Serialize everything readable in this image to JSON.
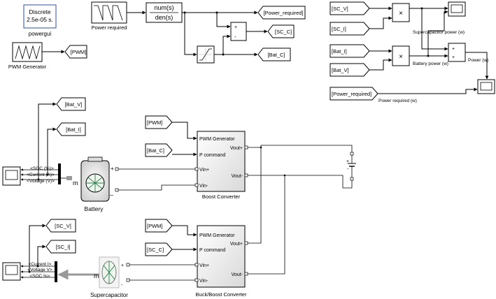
{
  "powergui": {
    "line1": "Discrete",
    "line2": "2.5e-05 s.",
    "label": "powergui"
  },
  "pwm_generator": {
    "label": "PWM Generator",
    "goto_tag": "[PWM]"
  },
  "power_required": {
    "label": "Power required",
    "tf_num": "num(s)",
    "tf_den": "den(s)",
    "goto_power_required": "[Power_required]",
    "goto_sc_c": "[SC_C]",
    "goto_bat_c": "[Bat_C]",
    "sum_plus": "+",
    "sum_minus": "-"
  },
  "power_monitor": {
    "from_sc_v": "[SC_V]",
    "from_sc_i": "[SC_I]",
    "from_bat_i": "[Bat_I]",
    "from_bat_v": "[Bat_V]",
    "from_power_required": "[Power_required]",
    "product_symbol": "×",
    "sum_plus": "+",
    "supercap_power_label": "Supercapacitor power (w)",
    "battery_power_label": "Battery power (w)",
    "power_label": "Power (w)",
    "power_required_label": "Power required (w)"
  },
  "battery_side": {
    "goto_bat_v": "[Bat_V]",
    "goto_bat_i": "[Bat_I]",
    "soc": "<SOC (%)>",
    "current": "<Current (A)>",
    "voltage": "<Voltage (V)>",
    "m": "m",
    "battery_label": "Battery",
    "plus": "+",
    "minus": "_"
  },
  "boost": {
    "from_pwm": "[PWM]",
    "from_bat_c": "[Bat_C]",
    "port_pwm": "PWM Generator",
    "port_pcmd": "P command",
    "port_vinp": "Vin+",
    "port_vinm": "Vin-",
    "port_voutp": "Vout+",
    "port_voutm": "Vout-",
    "label": "Boost Converter"
  },
  "load": {
    "plus": "+",
    "minus": "-"
  },
  "sc_side": {
    "goto_sc_v": "[SC_V]",
    "goto_sc_i": "[SC_I]",
    "current": "<Current I>",
    "voltage": "<Voltage V>",
    "soc": "<SOC %>",
    "m": "m",
    "label": "Supercapacitor",
    "plus": "+",
    "minus": "-"
  },
  "buckboost": {
    "from_pwm": "[PWM]",
    "from_sc_c": "[SC_C]",
    "port_pwm": "PWM Generator",
    "port_pcmd": "P command",
    "port_vinp": "Vin+",
    "port_vinm": "Vin-",
    "port_voutp": "Vout+",
    "port_voutm": "Vout-",
    "label": "Buck/Boost Converter"
  }
}
